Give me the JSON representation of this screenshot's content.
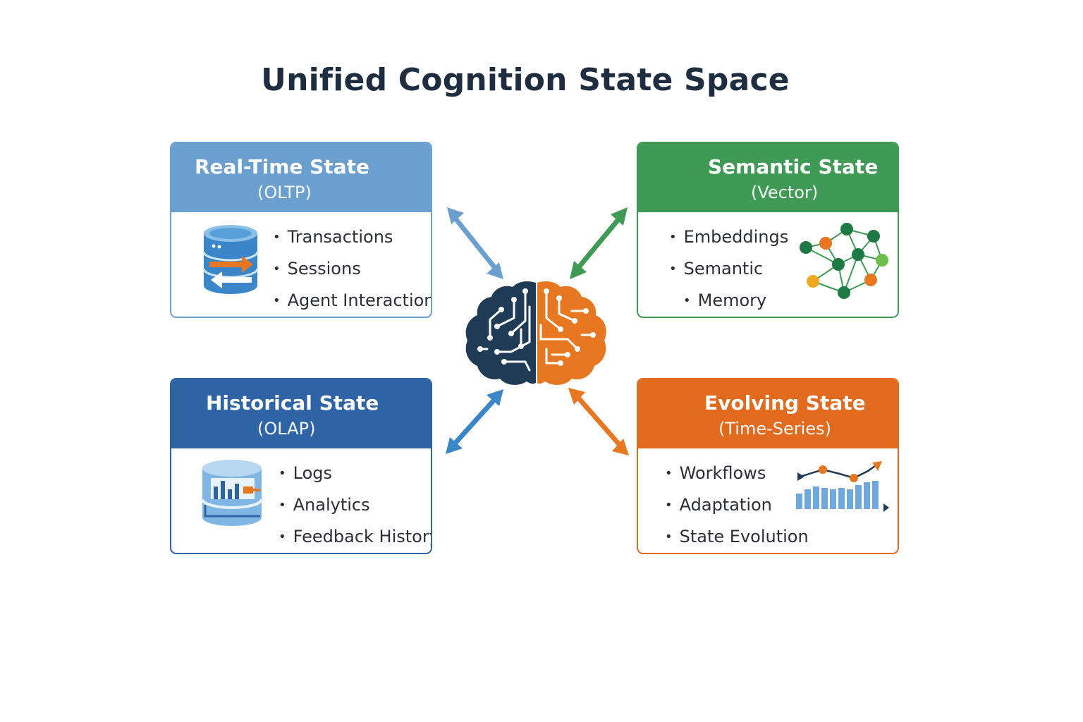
{
  "title": "Unified Cognition State Space",
  "colors": {
    "realtime": "#6b9fd0",
    "semantic": "#3e9a54",
    "historical": "#2e64a6",
    "evolving": "#e26a1e",
    "navy": "#1f3b55",
    "orange": "#e87722"
  },
  "cards": {
    "realtime": {
      "title": "Real-Time State",
      "subtitle": "(OLTP)",
      "items": [
        "Transactions",
        "Sessions",
        "Agent Interaction"
      ],
      "icon": "database-sync-icon"
    },
    "semantic": {
      "title": "Semantic State",
      "subtitle": "(Vector)",
      "items": [
        "Embeddings",
        "Semantic",
        "Memory"
      ],
      "icon": "network-graph-icon"
    },
    "historical": {
      "title": "Historical State",
      "subtitle": "(OLAP)",
      "items": [
        "Logs",
        "Analytics",
        "Feedback History"
      ],
      "icon": "database-chart-icon"
    },
    "evolving": {
      "title": "Evolving State",
      "subtitle": "(Time-Series)",
      "items": [
        "Workflows",
        "Adaptation",
        "State Evolution"
      ],
      "icon": "time-series-chart-icon"
    }
  },
  "center_icon": "brain-circuit-icon"
}
